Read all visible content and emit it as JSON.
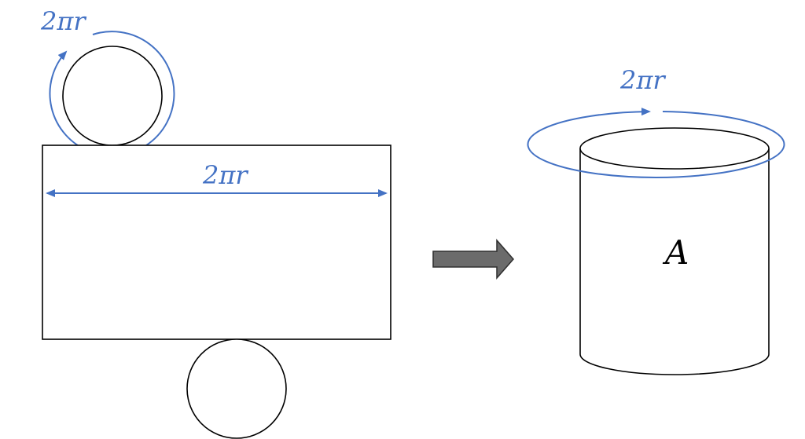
{
  "labels": {
    "top_circle_circumference": "2πr",
    "rectangle_width": "2πr",
    "cylinder_circumference": "2πr",
    "cylinder_area": "A"
  },
  "colors": {
    "dimension_line": "#4472c4",
    "outline": "#000000",
    "arrow_fill": "#6b6b6b",
    "arrow_stroke": "#2f2f2f"
  }
}
